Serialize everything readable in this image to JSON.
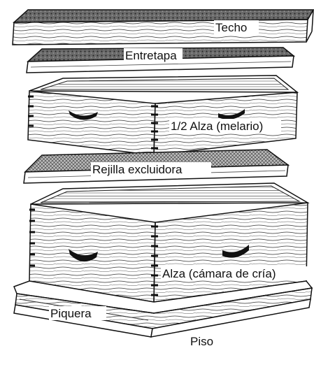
{
  "diagram": {
    "parts": [
      {
        "id": "techo",
        "label": "Techo"
      },
      {
        "id": "entretapa",
        "label": "Entretapa"
      },
      {
        "id": "media-alza",
        "label": "1/2 Alza (melario)"
      },
      {
        "id": "rejilla",
        "label": "Rejilla excluidora"
      },
      {
        "id": "alza",
        "label": "Alza (cámara de cría)"
      },
      {
        "id": "piquera",
        "label": "Piquera"
      },
      {
        "id": "piso",
        "label": "Piso"
      }
    ]
  }
}
